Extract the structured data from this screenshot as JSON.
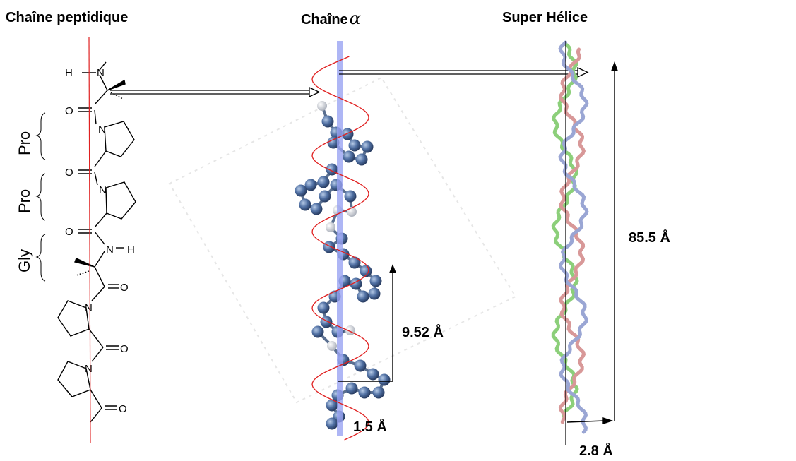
{
  "titles": {
    "peptide_chain": "Chaîne peptidique",
    "alpha_chain": "Chaîne",
    "alpha_symbol": "α",
    "super_helix": "Super Hélice"
  },
  "residues": [
    "Pro",
    "Pro",
    "Gly"
  ],
  "atoms": {
    "h": "H",
    "n": "N",
    "o": "O"
  },
  "measurements": {
    "pitch": "9.52 Å",
    "rise": "1.5 Å",
    "super_length": "85.5 Å",
    "super_rise": "2.8 Å"
  },
  "colors": {
    "axis_line": "#e02020",
    "helix_axis": "#9aa4f2",
    "atom": "#4a6a9c",
    "hydrogen": "#c8ccd4",
    "strand_green": "#8ccf7a",
    "strand_pink": "#d89898",
    "strand_blue": "#9aa6d4"
  }
}
